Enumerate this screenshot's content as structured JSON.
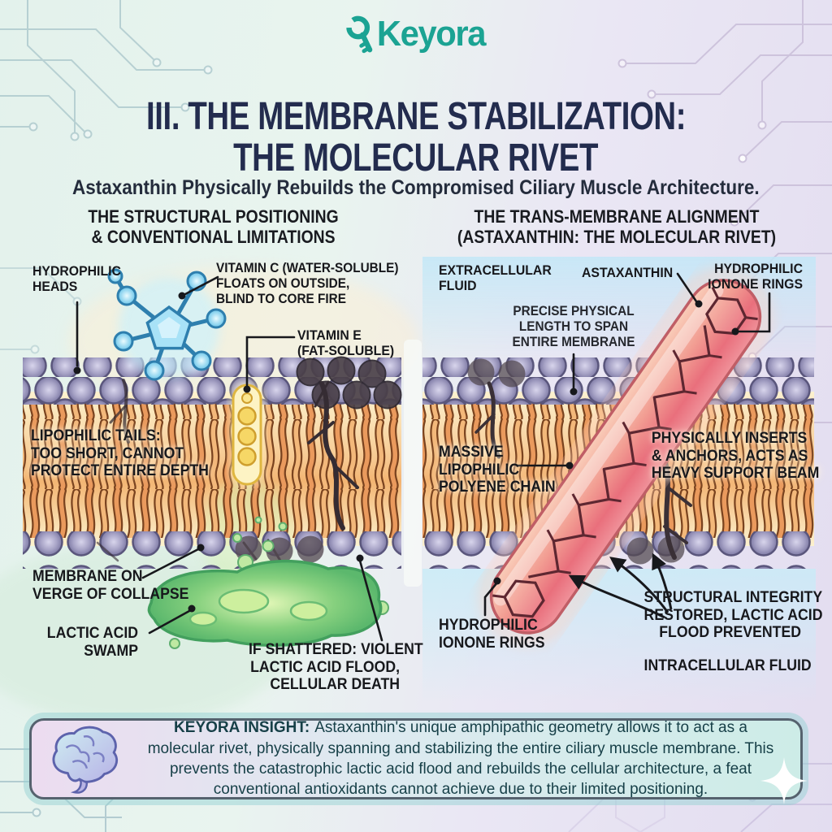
{
  "brand": {
    "name": "Keyora",
    "accent_color": "#1ba393"
  },
  "header": {
    "title_line1": "III. THE MEMBRANE STABILIZATION:",
    "title_line2": "THE MOLECULAR RIVET",
    "subtitle": "Astaxanthin Physically Rebuilds the Compromised Ciliary Muscle Architecture."
  },
  "left_panel": {
    "heading_line1": "THE STRUCTURAL POSITIONING",
    "heading_line2": "& CONVENTIONAL LIMITATIONS",
    "labels": {
      "hydrophilic_heads_l1": "HYDROPHILIC",
      "hydrophilic_heads_l2": "HEADS",
      "vitamin_c_strong": "VITAMIN C",
      "vitamin_c_rest": " (WATER-SOLUBLE)",
      "vitamin_c_l2": "FLOATS ON OUTSIDE,",
      "vitamin_c_l3": "BLIND TO CORE FIRE",
      "vitamin_e_l1": "VITAMIN E",
      "vitamin_e_l2": "(FAT-SOLUBLE)",
      "lipophilic_l1": "LIPOPHILIC TAILS:",
      "lipophilic_l2": "TOO SHORT, CANNOT",
      "lipophilic_l3": "PROTECT ENTIRE DEPTH",
      "collapse_l1": "MEMBRANE ON",
      "collapse_l2": "VERGE OF COLLAPSE",
      "swamp_l1": "LACTIC ACID",
      "swamp_l2": "SWAMP",
      "shattered_l1": "IF SHATTERED: VIOLENT",
      "shattered_l2": "LACTIC ACID FLOOD,",
      "shattered_l3": "CELLULAR DEATH"
    }
  },
  "right_panel": {
    "heading_line1": "THE TRANS-MEMBRANE ALIGNMENT",
    "heading_line2": "(ASTAXANTHIN: THE MOLECULAR RIVET)",
    "labels": {
      "extracellular_l1": "EXTRACELLULAR",
      "extracellular_l2": "FLUID",
      "astaxanthin": "ASTAXANTHIN",
      "ionone_top_l1": "HYDROPHILIC",
      "ionone_top_l2": "IONONE RINGS",
      "precise_l1": "PRECISE PHYSICAL",
      "precise_l2": "LENGTH TO SPAN",
      "precise_l3": "ENTIRE MEMBRANE",
      "polyene_l1": "MASSIVE",
      "polyene_l2": "LIPOPHILIC",
      "polyene_l3": "POLYENE CHAIN",
      "inserts_l1": "PHYSICALLY INSERTS",
      "inserts_l2_strong": "& ANCHORS,",
      "inserts_l2_rest": " ACTS AS",
      "inserts_l3": "HEAVY SUPPORT BEAM",
      "ionone_bottom_l1": "HYDROPHILIC",
      "ionone_bottom_l2": "IONONE RINGS",
      "integrity_l1": "STRUCTURAL INTEGRITY",
      "integrity_l2": "RESTORED, LACTIC ACID",
      "integrity_l3": "FLOOD PREVENTED",
      "intracellular": "INTRACELLULAR FLUID"
    }
  },
  "insight": {
    "label": "KEYORA INSIGHT:",
    "text": "Astaxanthin's unique amphipathic geometry allows it to act as a molecular rivet, physically spanning and stabilizing the entire ciliary muscle membrane. This prevents the catastrophic lactic acid flood and rebuilds the cellular architecture, a feat conventional antioxidants cannot achieve due to their limited positioning."
  },
  "icons": {
    "logo": "key-icon",
    "insight": "brain-icon",
    "decor": "sparkle-icon"
  },
  "colors": {
    "title": "#232c4e",
    "brand_teal": "#1ba393",
    "label_text": "#17181c",
    "insight_text": "#163f47",
    "membrane_head": "#a7a3c6",
    "tail_orange": "#ea9a5d",
    "vitamin_c_blue": "#6cc6ea",
    "vitamin_e_yellow": "#f6d766",
    "astaxanthin_pink": "#ee8b8d",
    "swamp_green": "#86d07e"
  }
}
